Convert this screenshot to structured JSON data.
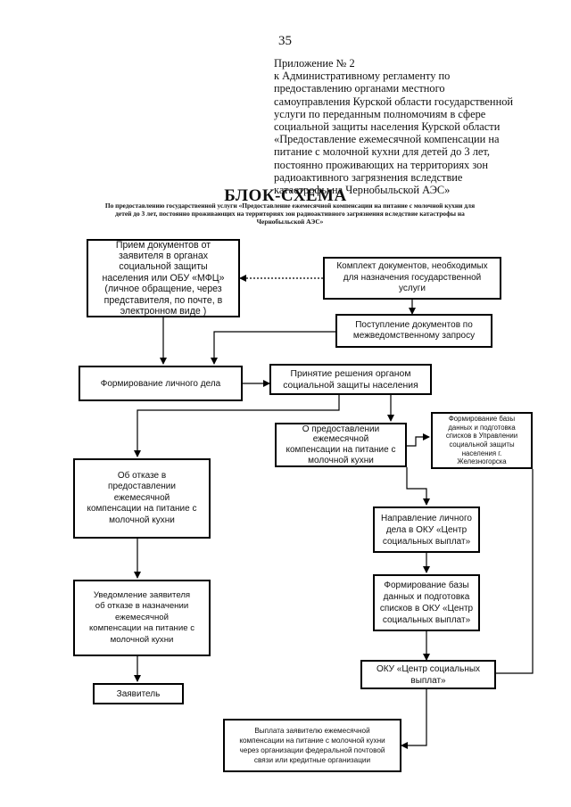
{
  "page_number": "35",
  "appendix_lines": [
    "Приложение № 2",
    "к   Административному  регламенту  по",
    "предоставлению органами местного",
    "самоуправления Курской области государственной",
    "услуги по переданным полномочиям в сфере",
    "социальной защиты населения Курской области",
    "«Предоставление ежемесячной компенсации на",
    "питание с молочной кухни для детей до 3 лет,",
    "постоянно проживающих на территориях зон",
    "радиоактивного загрязнения вследствие",
    "катастрофы на Чернобыльской АЭС»"
  ],
  "title": "БЛОК-СХЕМА",
  "subtitle_lines": [
    "По предоставлению государственной услуги «Предоставление ежемесячной компенсации на питание с молочной кухни для",
    "детей до 3 лет, постоянно проживающих на территориях зон радиоактивного загрязнения вследствие катастрофы на",
    "Чернобыльской АЭС»"
  ],
  "boxes": {
    "receive_docs": [
      "Прием документов от",
      "заявителя в органах",
      "социальной защиты",
      "населения или  ОБУ «МФЦ»",
      "(личное обращение, через",
      "представителя, по почте, в",
      "электронном виде )"
    ],
    "doc_set": [
      "Комплект документов, необходимых",
      "для назначения государственной",
      "услуги"
    ],
    "interdept": [
      "Поступление документов по",
      "межведомственному запросу"
    ],
    "personal_file": [
      "Формирование личного дела"
    ],
    "decision": [
      "Принятие решения органом",
      "социальной защиты населения"
    ],
    "grant": [
      "О предоставлении",
      "ежемесячной",
      "компенсации на питание с",
      "молочной кухни"
    ],
    "database_zh": [
      "Формирование базы",
      "данных и подготовка",
      "списков в Управлении",
      "социальной защиты",
      "населения г.",
      "Железногорска"
    ],
    "refusal": [
      "Об отказе в",
      "предоставлении",
      "ежемесячной",
      "компенсации на питание с",
      "молочной кухни"
    ],
    "send_file": [
      "Направление личного",
      "дела в ОКУ «Центр",
      "социальных выплат»"
    ],
    "database_oku": [
      "Формирование базы",
      "данных и подготовка",
      "списков в ОКУ «Центр",
      "социальных выплат»"
    ],
    "notify": [
      "Уведомление заявителя",
      "об отказе в назначении",
      "ежемесячной",
      "компенсации на питание с",
      "молочной кухни"
    ],
    "oku": [
      "ОКУ «Центр социальных",
      "выплат»"
    ],
    "applicant": [
      "Заявитель"
    ],
    "payment": [
      "Выплата заявителю ежемесячной",
      "компенсации на питание с молочной кухни",
      "через организации федеральной почтовой",
      "связи или кредитные организации"
    ]
  }
}
